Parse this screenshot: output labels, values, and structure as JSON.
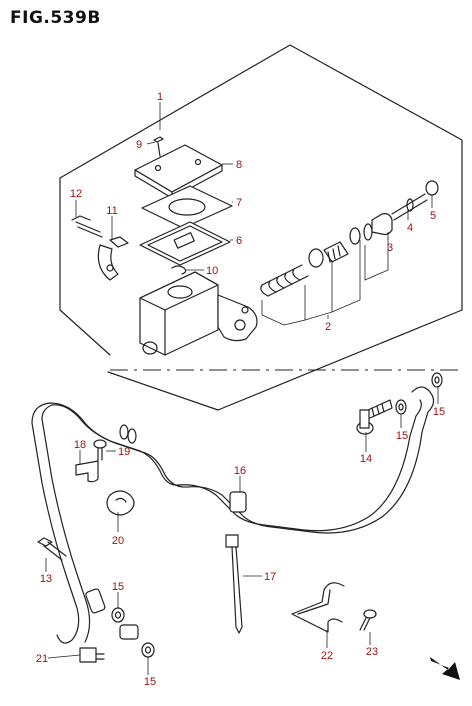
{
  "figure": {
    "title": "FIG.539B"
  },
  "callouts": [
    "1",
    "2",
    "3",
    "4",
    "5",
    "6",
    "7",
    "8",
    "9",
    "10",
    "11",
    "12",
    "13",
    "14",
    "15",
    "15",
    "15",
    "15",
    "16",
    "17",
    "18",
    "19",
    "20",
    "21",
    "22",
    "23"
  ],
  "icons": {
    "direction": "front-arrow-icon"
  }
}
